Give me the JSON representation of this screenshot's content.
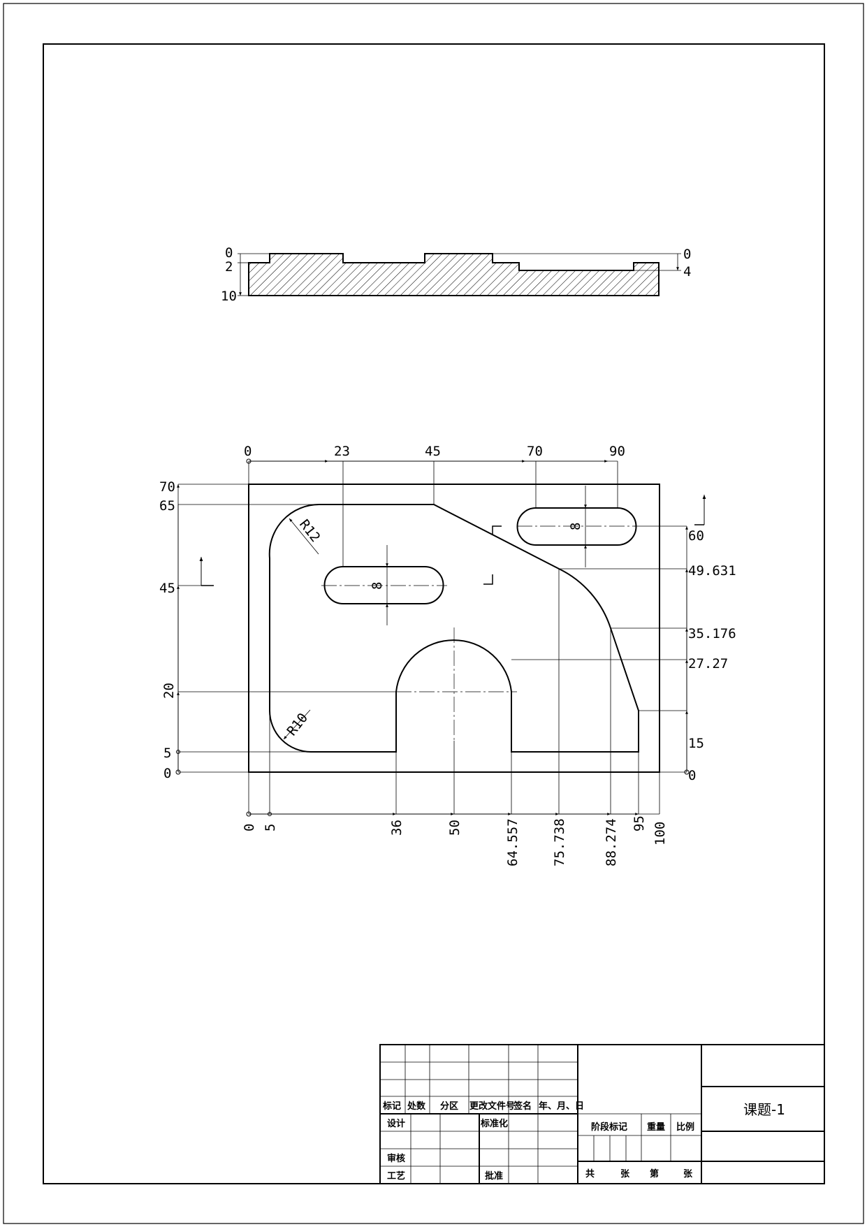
{
  "side_view": {
    "left_labels": [
      "0",
      "2",
      "10"
    ],
    "right_labels": [
      "0",
      "4"
    ]
  },
  "top_view": {
    "top_labels": [
      "0",
      "23",
      "45",
      "70",
      "90"
    ],
    "left_labels": [
      "70",
      "65",
      "45",
      "20",
      "5",
      "0"
    ],
    "right_labels": [
      "60",
      "49.631",
      "35.176",
      "27.27",
      "15",
      "0"
    ],
    "bottom_labels": [
      "0",
      "5",
      "36",
      "50",
      "64.557",
      "75.738",
      "88.274",
      "95",
      "100"
    ],
    "radius_labels": [
      "R12",
      "R10"
    ],
    "slot_width_labels": [
      "8",
      "8"
    ]
  },
  "title_block": {
    "header": [
      "标记",
      "处数",
      "分区",
      "更改文件号",
      "签名",
      "年、月、日"
    ],
    "design": "设计",
    "standardization": "标准化",
    "review": "审核",
    "process": "工艺",
    "approval": "批准",
    "stage_mark": "阶段标记",
    "weight": "重量",
    "scale": "比例",
    "total": "共",
    "sheets": "张",
    "sheet_no": "第",
    "sheets2": "张",
    "title": "课题-1"
  }
}
